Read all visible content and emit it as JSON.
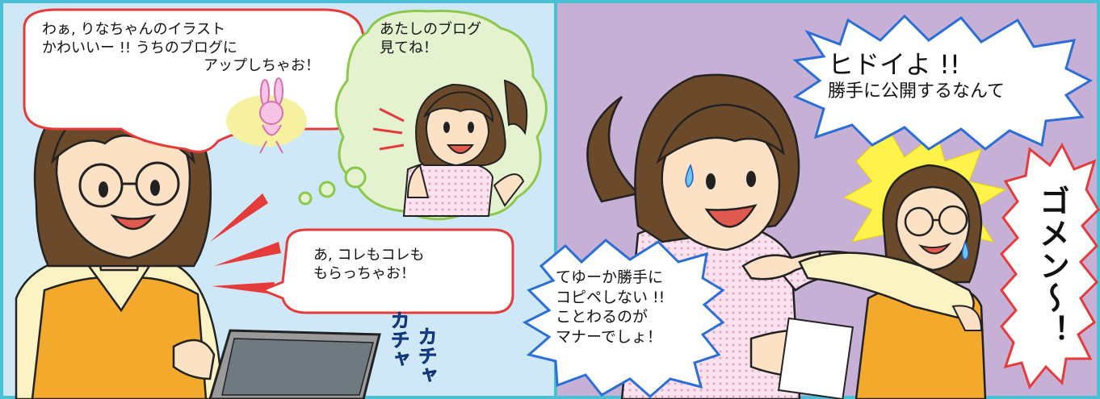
{
  "panel1": {
    "bubble_main": {
      "line1": "わぁ, りなちゃんのイラスト",
      "line2": "かわいいー !! うちのブログに",
      "line3": "アップしちゃお！"
    },
    "thought_bubble": {
      "line1": "あたしのブログ",
      "line2": "見てね！"
    },
    "bubble_bottom": {
      "line1": "あ, コレもコレも",
      "line2": "もらっちゃお！"
    },
    "sfx1": "カチャ",
    "sfx2": "カチャ"
  },
  "panel2": {
    "bubble_top": {
      "line1": "ヒドイよ !!",
      "line2": "勝手に公開するなんて"
    },
    "bubble_bottom": {
      "line1": "てゆーか勝手に",
      "line2": "コピペしない !!",
      "line3": "ことわるのが",
      "line4": "マナーでしょ！"
    },
    "shout": "ゴメン～！"
  },
  "colors": {
    "panel1_bg": "#cfe8f7",
    "panel2_bg": "#c7b0d6",
    "frame": "#4bbfd3",
    "bubble_red": "#e53b3b",
    "bubble_blue": "#2b6fd6",
    "bubble_green": "#8cc84b",
    "vest": "#f3a92c",
    "skin": "#fde1c4",
    "hair": "#6b4a2b"
  }
}
